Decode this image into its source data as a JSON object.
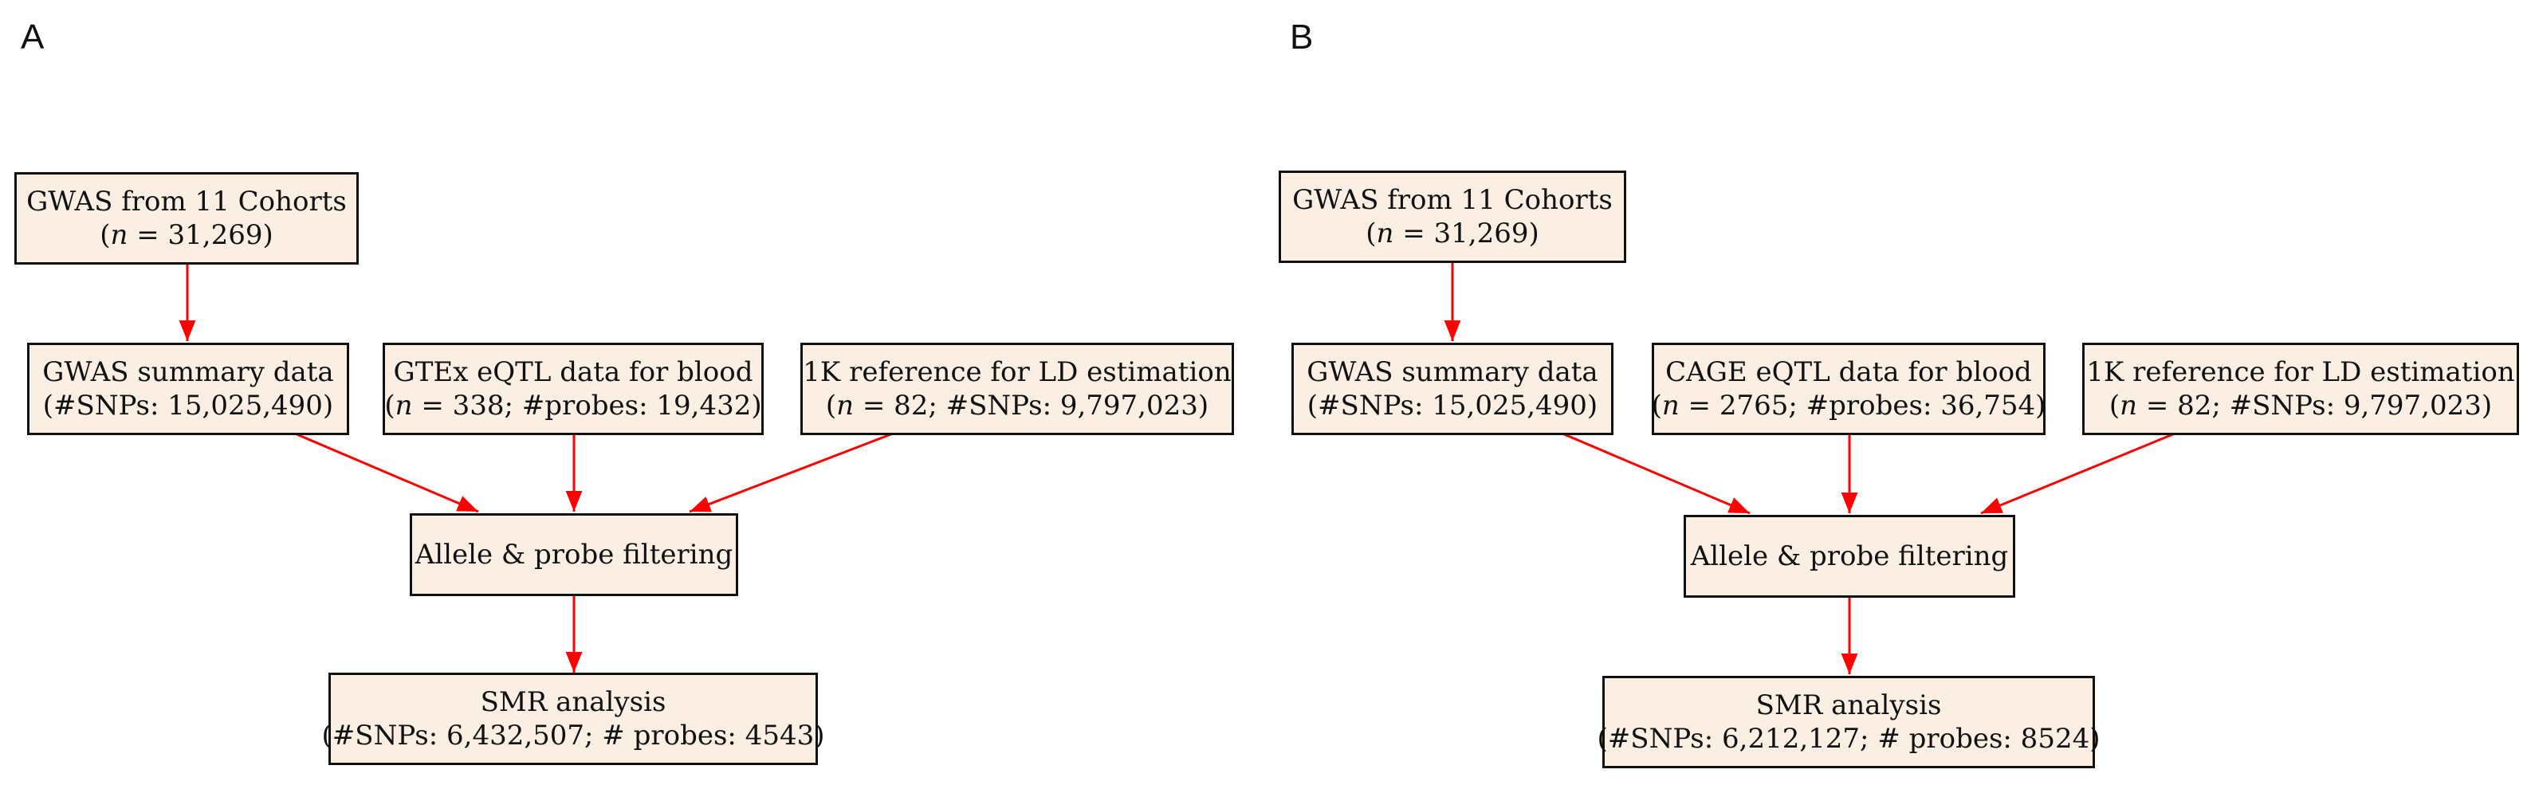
{
  "panels": [
    {
      "letter": "A",
      "nodes": {
        "gwas": {
          "line1": "GWAS from 11 Cohorts",
          "line2_prefix": "(",
          "line2_var": "n",
          "line2_rest": " = 31,269)"
        },
        "summary": {
          "line1": "GWAS summary data",
          "line2": "(#SNPs: 15,025,490)"
        },
        "eqtl": {
          "line1": "GTEx eQTL data for blood",
          "line2_prefix": "(",
          "line2_var": "n",
          "line2_rest": " = 338; #probes: 19,432)"
        },
        "reference": {
          "line1": "1K reference for LD estimation",
          "line2_prefix": "(",
          "line2_var": "n",
          "line2_rest": " = 82; #SNPs: 9,797,023)"
        },
        "filter": {
          "line1": "Allele & probe filtering"
        },
        "smr": {
          "line1": "SMR analysis",
          "line2": "(#SNPs: 6,432,507; # probes: 4543)"
        }
      }
    },
    {
      "letter": "B",
      "nodes": {
        "gwas": {
          "line1": "GWAS from 11 Cohorts",
          "line2_prefix": "(",
          "line2_var": "n",
          "line2_rest": " = 31,269)"
        },
        "summary": {
          "line1": "GWAS summary data",
          "line2": "(#SNPs: 15,025,490)"
        },
        "eqtl": {
          "line1": "CAGE eQTL data for blood",
          "line2_prefix": "(",
          "line2_var": "n",
          "line2_rest": " = 2765; #probes: 36,754)"
        },
        "reference": {
          "line1": "1K reference for LD estimation",
          "line2_prefix": "(",
          "line2_var": "n",
          "line2_rest": " = 82; #SNPs: 9,797,023)"
        },
        "filter": {
          "line1": "Allele & probe filtering"
        },
        "smr": {
          "line1": "SMR analysis",
          "line2": "(#SNPs: 6,212,127; # probes: 8524)"
        }
      }
    }
  ],
  "colors": {
    "node_fill": "#fbefe3",
    "node_border": "#111111",
    "arrow": "#ff0000"
  }
}
